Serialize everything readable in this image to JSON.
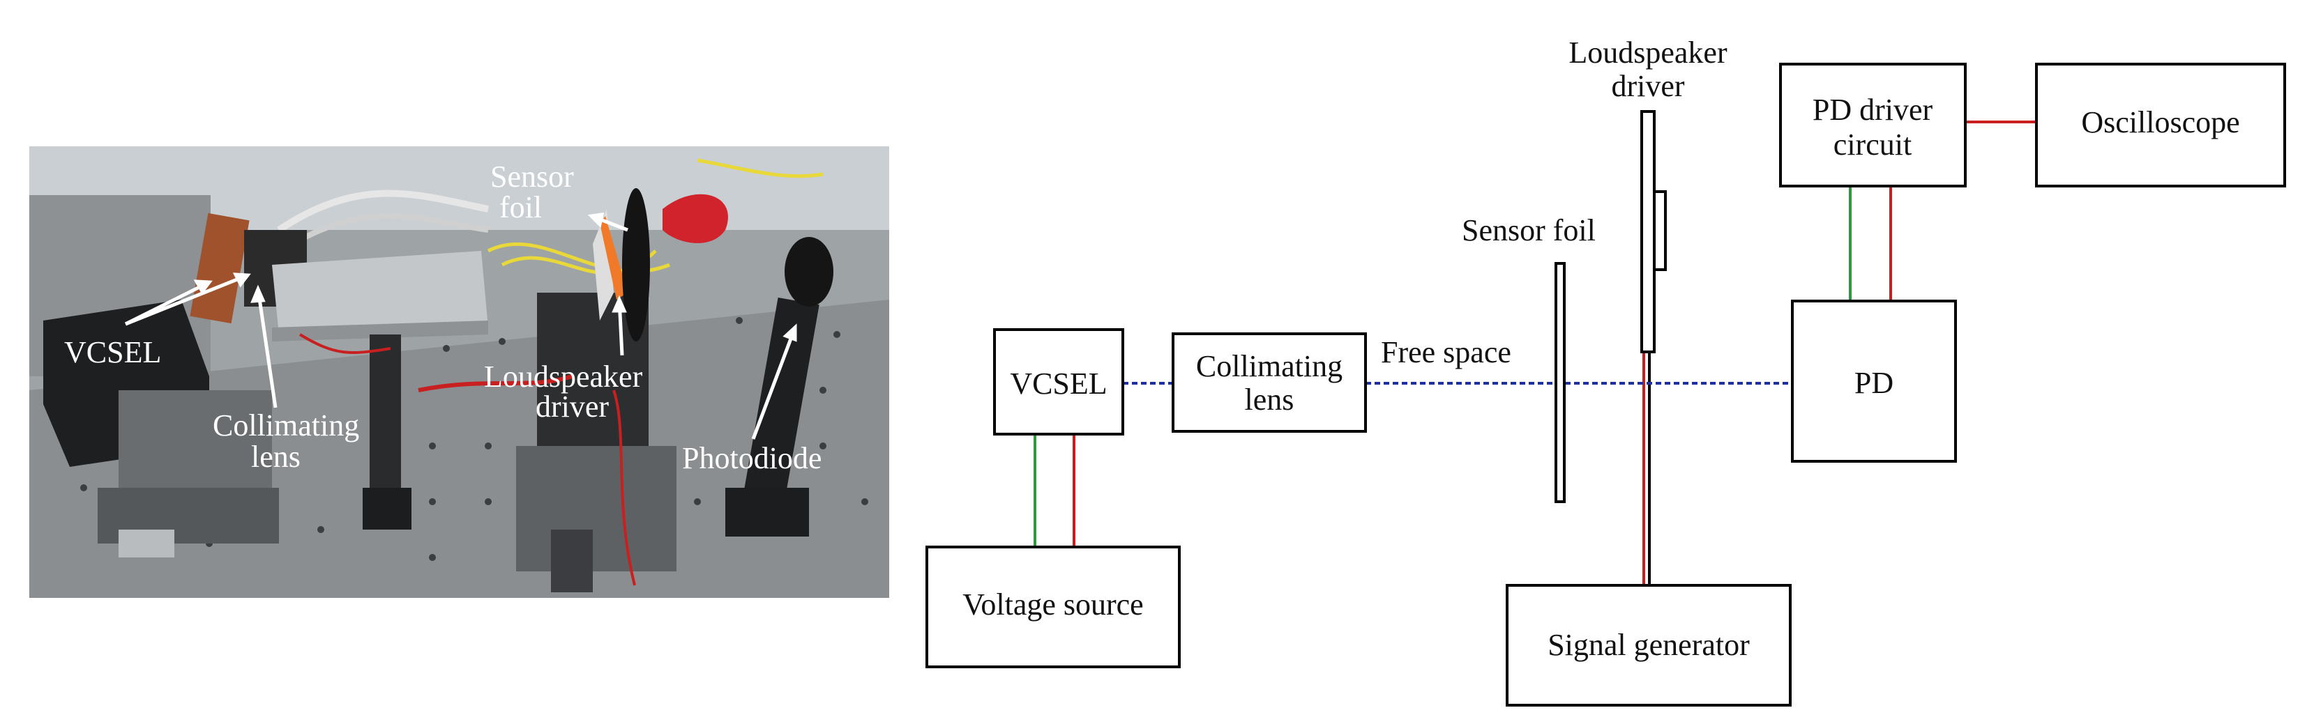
{
  "photo": {
    "labels": {
      "vcsel": "VCSEL",
      "collimating_1": "Collimating",
      "collimating_2": "lens",
      "sensor_1": "Sensor",
      "sensor_2": "foil",
      "loud_1": "Loudspeaker",
      "loud_2": "driver",
      "photodiode": "Photodiode"
    }
  },
  "diagram": {
    "vcsel": "VCSEL",
    "collimating_1": "Collimating",
    "collimating_2": "lens",
    "free_space": "Free space",
    "sensor_foil": "Sensor foil",
    "loud_1": "Loudspeaker",
    "loud_2": "driver",
    "pd_driver_1": "PD driver",
    "pd_driver_2": "circuit",
    "oscilloscope": "Oscilloscope",
    "pd": "PD",
    "voltage_source": "Voltage source",
    "signal_generator": "Signal generator"
  },
  "colors": {
    "beam": "#1f2fa0",
    "wire_red": "#c81e1e",
    "wire_green": "#2a9a3a",
    "wire_black": "#000000"
  }
}
